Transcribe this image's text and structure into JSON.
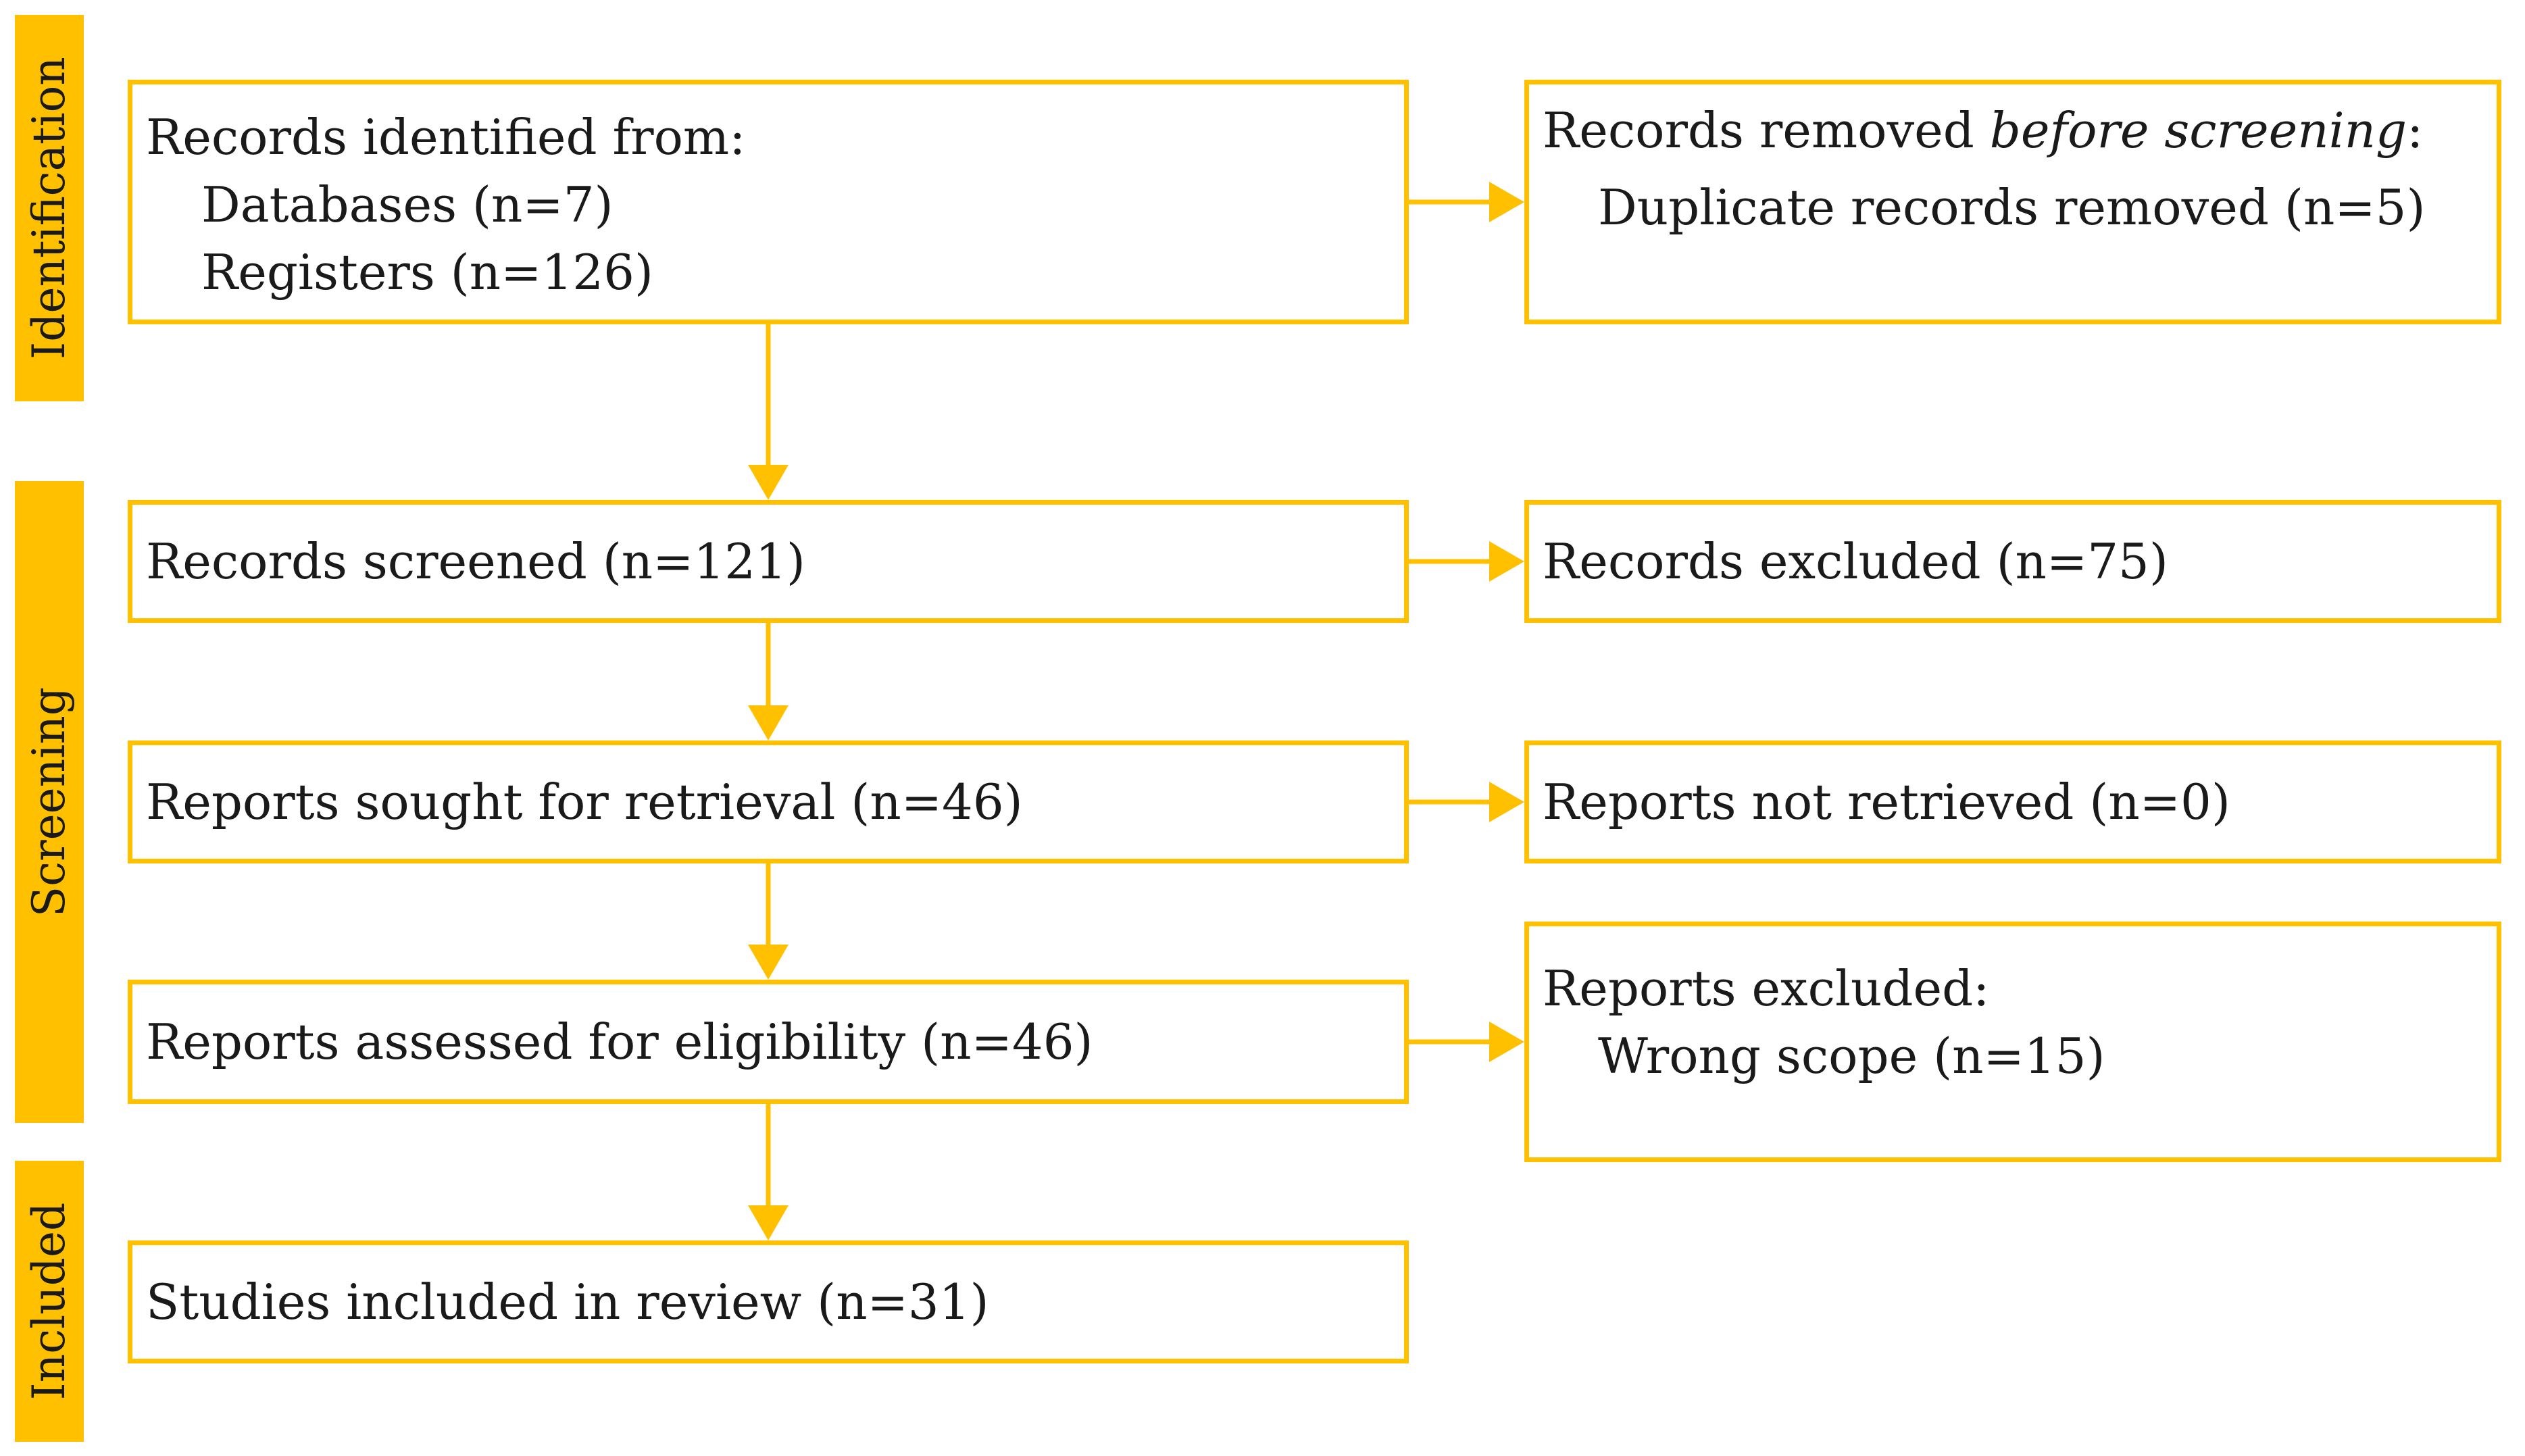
{
  "colors": {
    "accent": "#FFC000",
    "text": "#1a1a1a",
    "background": "#ffffff"
  },
  "stages": {
    "identification": "Identification",
    "screening": "Screening",
    "included": "Included"
  },
  "identification": {
    "records_identified": {
      "heading": "Records identified from:",
      "databases": "Databases (n=7)",
      "registers": "Registers (n=126)"
    },
    "records_removed": {
      "heading_prefix": "Records removed ",
      "heading_italic": "before screening",
      "heading_suffix": ":",
      "duplicates": "Duplicate records removed (n=5)"
    }
  },
  "screening": {
    "records_screened": "Records screened (n=121)",
    "records_excluded": "Records excluded (n=75)",
    "reports_sought": "Reports sought for retrieval (n=46)",
    "reports_not_retrieved": "Reports not retrieved (n=0)",
    "reports_assessed": "Reports assessed for eligibility (n=46)",
    "reports_excluded": {
      "heading": "Reports excluded:",
      "wrong_scope": "Wrong scope (n=15)"
    }
  },
  "included": {
    "studies_included": "Studies included in review (n=31)"
  }
}
